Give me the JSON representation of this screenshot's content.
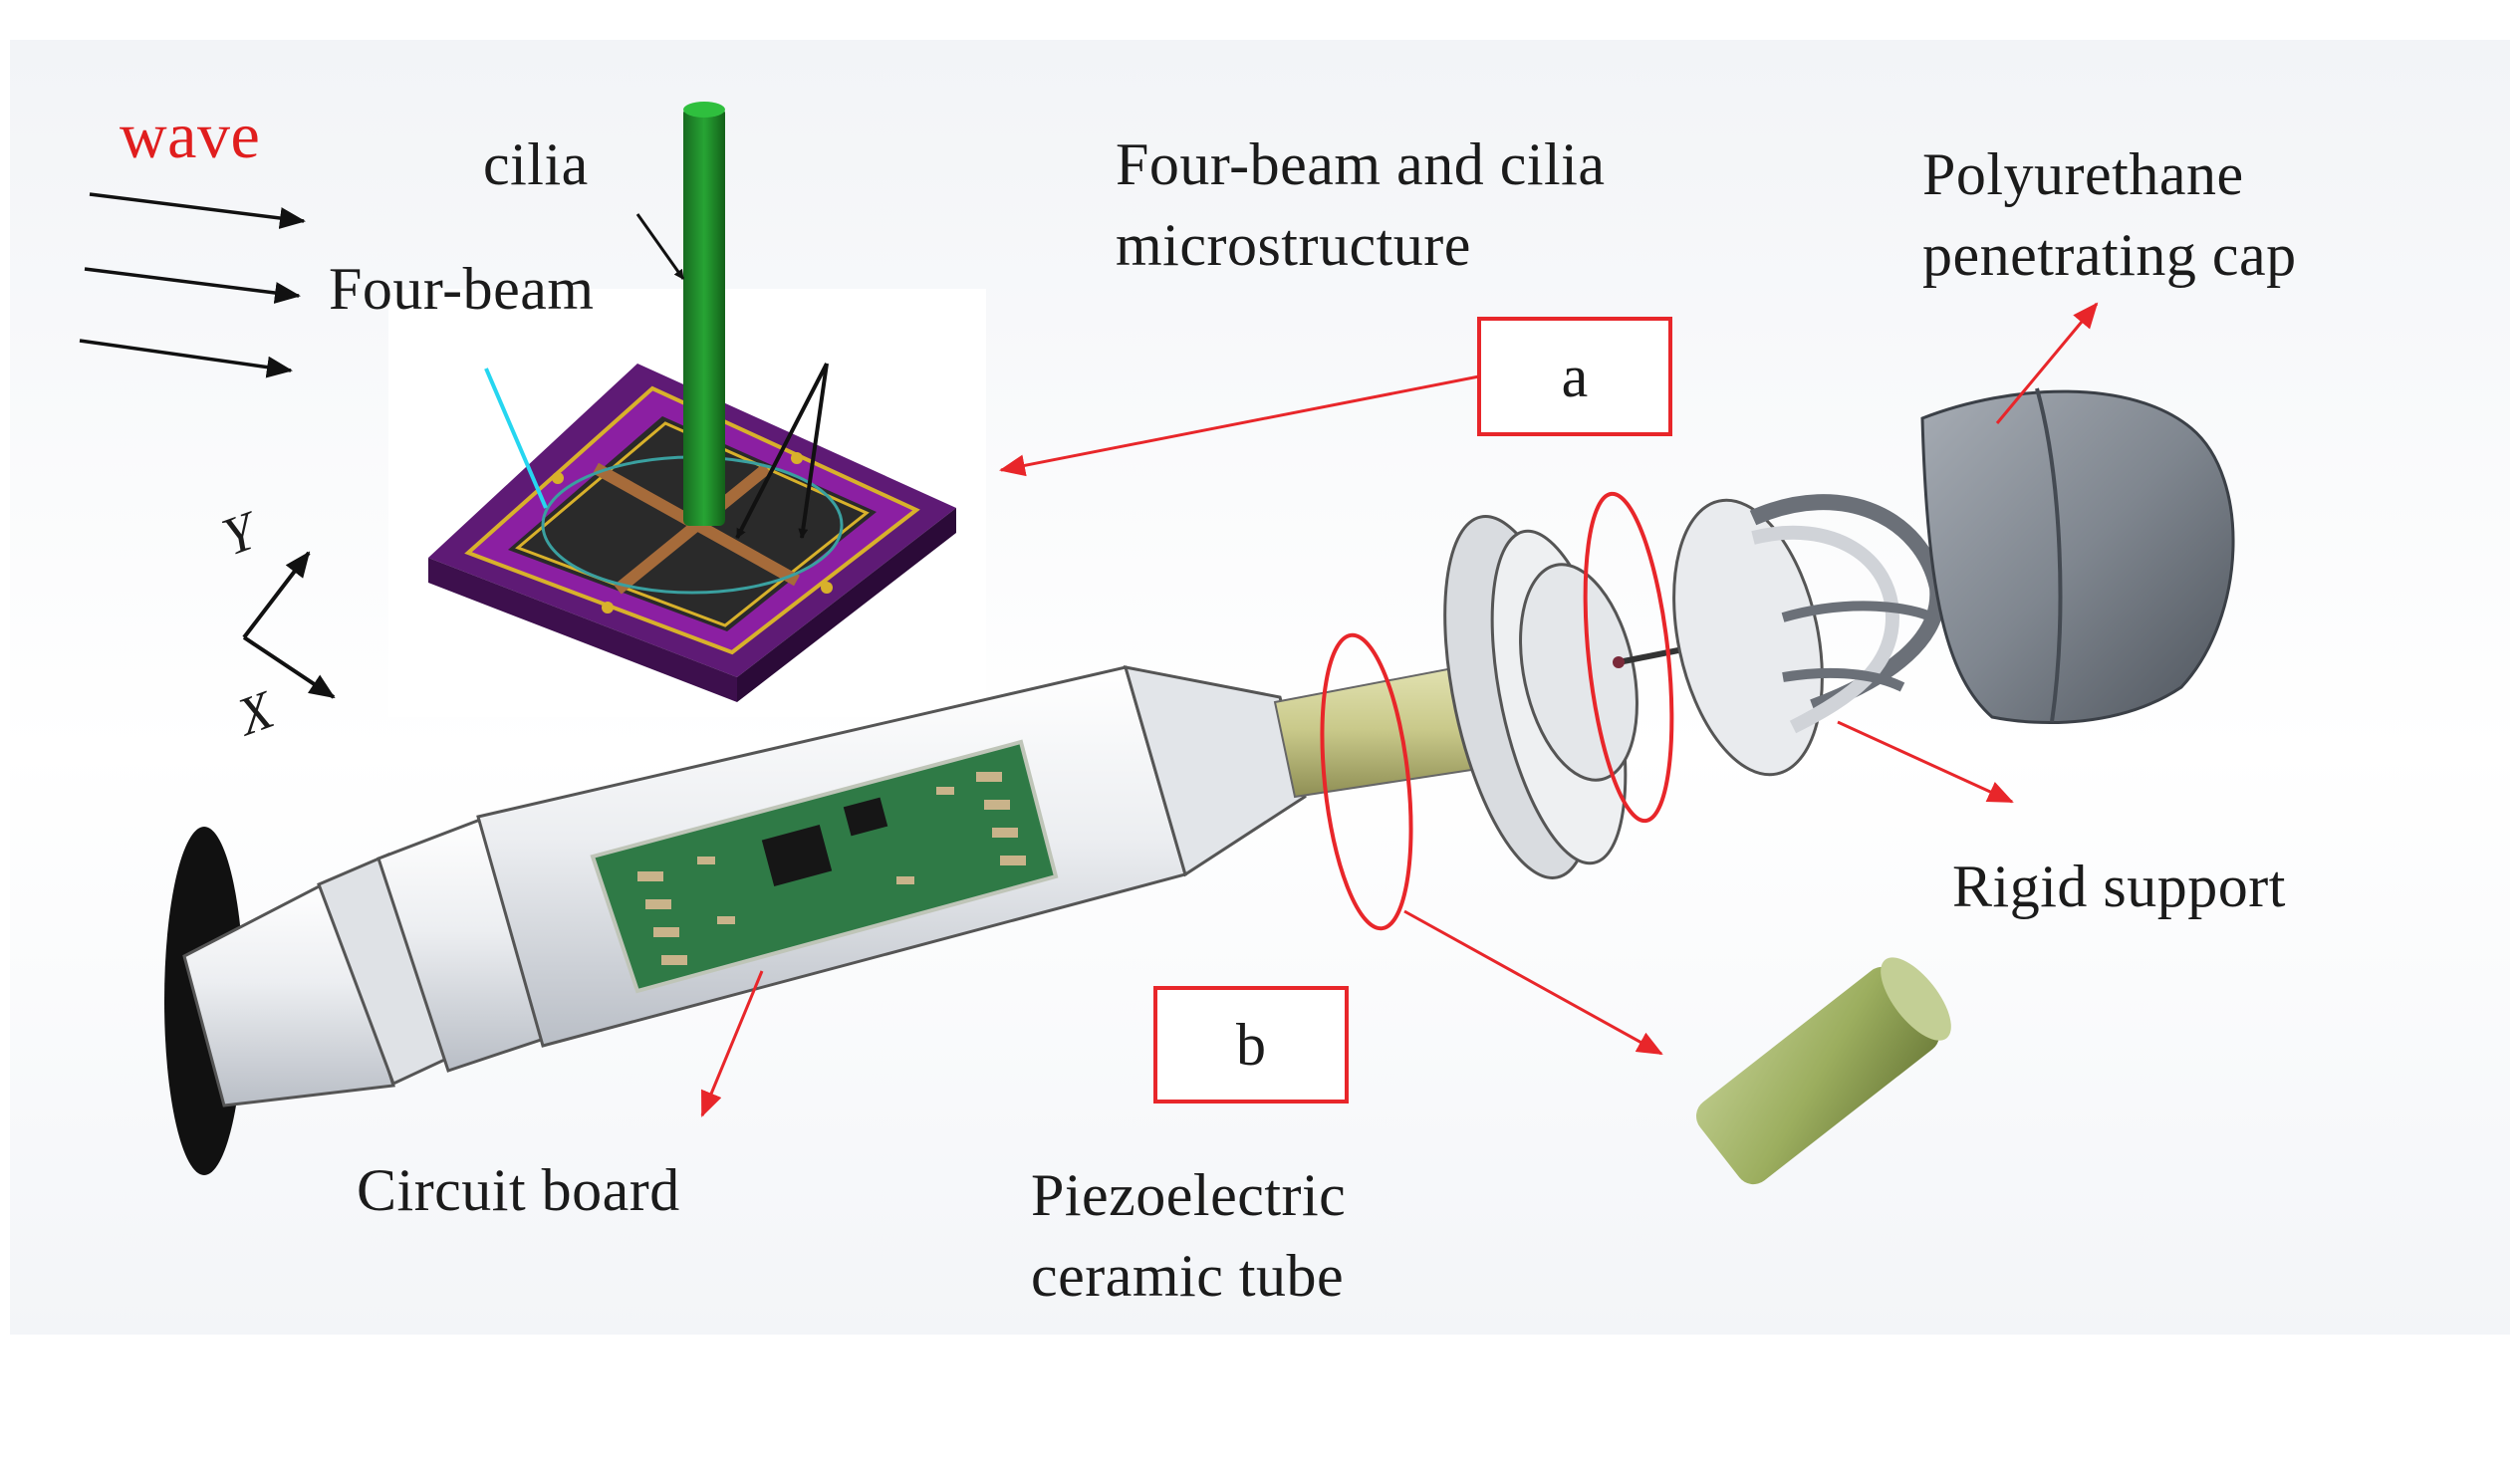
{
  "labels": {
    "wave": "wave",
    "cilia": "cilia",
    "four_beam": "Four-beam",
    "four_beam_cilia": [
      "Four-beam and cilia",
      "microstructure"
    ],
    "polyurethane_cap": [
      "Polyurethane",
      "penetrating cap"
    ],
    "rigid_support": "Rigid support",
    "circuit_board": "Circuit board",
    "piezo_tube": [
      "Piezoelectric",
      "ceramic tube"
    ],
    "box_a": "a",
    "box_b": "b",
    "axis_y": "Y",
    "axis_x": "X"
  },
  "colors": {
    "annotation_red": "#e8262a",
    "cilia_green": "#1e8c2a",
    "frame_purple": "#8b1fa2",
    "pcb_green": "#2f7a46",
    "ceramic_tube": "#9cae5f",
    "cap_gray": "#7c838c",
    "brass_tube": "#c9c98a"
  }
}
